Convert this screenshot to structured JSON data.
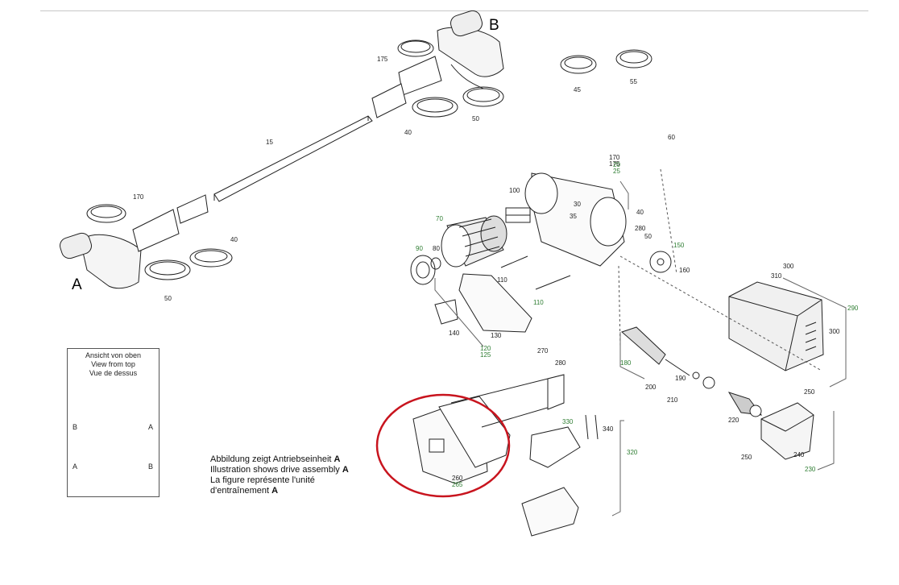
{
  "assembly_markers": {
    "a": "A",
    "b": "B"
  },
  "callouts_black": {
    "n15": "15",
    "n40_top": "40",
    "n40_left": "40",
    "n40_right": "40",
    "n45": "45",
    "n50_top": "50",
    "n50_left": "50",
    "n50_mid": "50",
    "n55": "55",
    "n60": "60",
    "n80": "80",
    "n100": "100",
    "n110_a": "110",
    "n110_b": "110",
    "n130": "130",
    "n140": "140",
    "n160": "160",
    "n170_top": "170",
    "n170_left": "170",
    "n175_top": "175",
    "n175_mid": "175",
    "n190": "190",
    "n200": "200",
    "n210": "210",
    "n220": "220",
    "n240": "240",
    "n250_a": "250",
    "n250_b": "250",
    "n260": "260",
    "n270": "270",
    "n280_mid": "280",
    "n280_low": "280",
    "n300_a": "300",
    "n300_b": "300",
    "n310": "310",
    "n340": "340",
    "n30": "30",
    "n35": "35"
  },
  "callouts_green": {
    "n20": "20",
    "n25": "25",
    "n70": "70",
    "n90": "90",
    "n110_g": "110",
    "n120": "120",
    "n125": "125",
    "n150": "150",
    "n180": "180",
    "n230": "230",
    "n265": "265",
    "n290": "290",
    "n320": "320",
    "n330": "330"
  },
  "inset": {
    "title_de": "Ansicht von oben",
    "title_en": "View from top",
    "title_fr": "Vue de dessus",
    "left_top": "B",
    "right_top": "A",
    "left_bottom": "A",
    "right_bottom": "B"
  },
  "note": {
    "line1": "Abbildung zeigt Antriebseinheit ",
    "line2": "Illustration shows drive assembly ",
    "line3": "La figure représente l'unité",
    "line4": "d'entraînement ",
    "letter": "A"
  },
  "colors": {
    "highlight_circle": "#c8141e",
    "green_callout": "#2e7d32",
    "line": "#222222"
  }
}
